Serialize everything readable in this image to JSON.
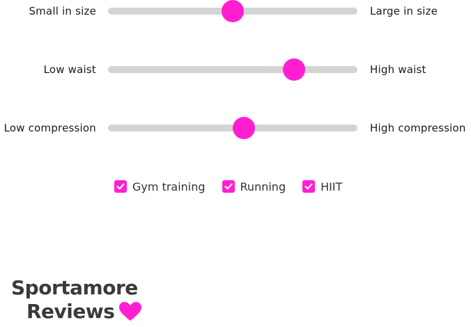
{
  "accent_color": "#ff1fd2",
  "sliders": [
    {
      "left_label": "Small in size",
      "right_label": "Large in size",
      "value": 0.5
    },
    {
      "left_label": "Low waist",
      "right_label": "High waist",
      "value": 0.745
    },
    {
      "left_label": "Low compression",
      "right_label": "High compression",
      "value": 0.545
    }
  ],
  "checkboxes": [
    {
      "label": "Gym training",
      "checked": true
    },
    {
      "label": "Running",
      "checked": true
    },
    {
      "label": "HIIT",
      "checked": true
    }
  ],
  "brand": {
    "line1": "Sportamore",
    "line2": "Reviews",
    "icon": "heart-icon"
  }
}
